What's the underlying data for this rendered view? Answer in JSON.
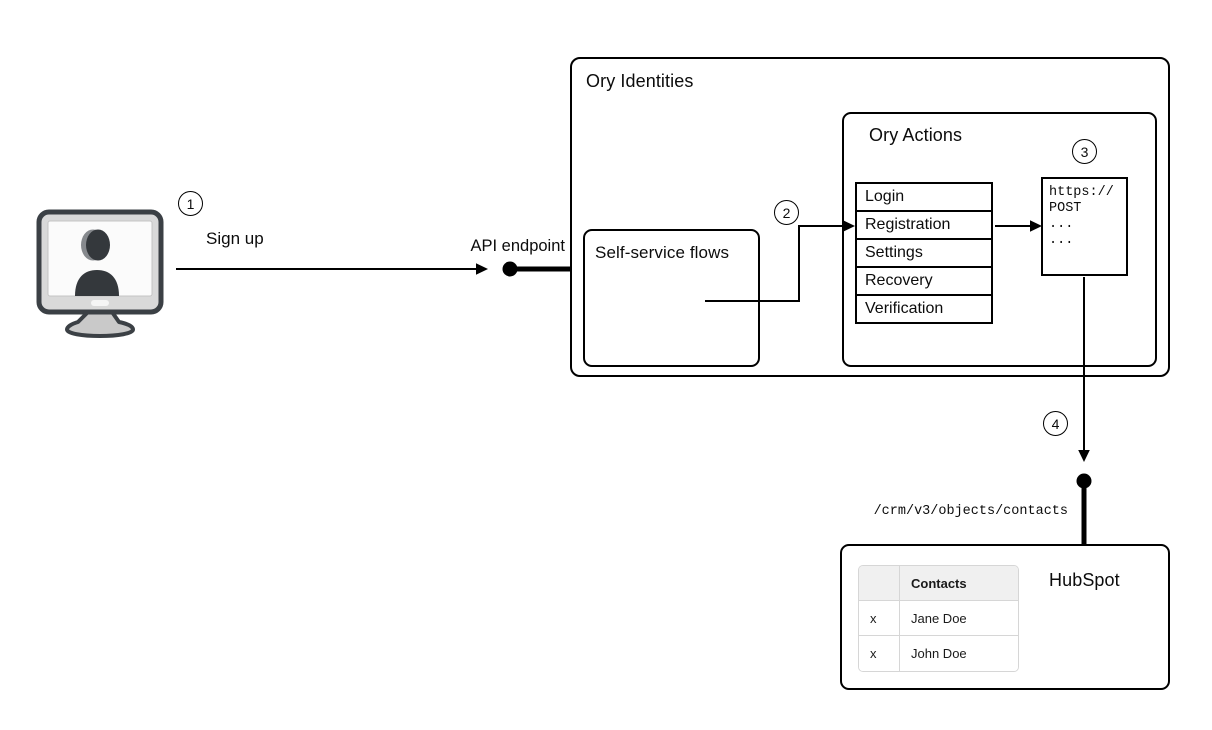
{
  "steps": [
    "1",
    "2",
    "3",
    "4"
  ],
  "labels": {
    "sign_up": "Sign up",
    "api_endpoint": "API endpoint",
    "crm_path": "/crm/v3/objects/contacts"
  },
  "ory_identities": {
    "title": "Ory Identities"
  },
  "self_service_flows": {
    "title": "Self-service flows"
  },
  "ory_actions": {
    "title": "Ory Actions",
    "flows": [
      "Login",
      "Registration",
      "Settings",
      "Recovery",
      "Verification"
    ]
  },
  "webhook_code": {
    "lines": [
      "https://",
      "POST",
      "...",
      "..."
    ]
  },
  "hubspot": {
    "title": "HubSpot",
    "table": {
      "header": [
        "",
        "Contacts"
      ],
      "rows": [
        [
          "x",
          "Jane Doe"
        ],
        [
          "x",
          "John Doe"
        ]
      ]
    }
  },
  "icons": {
    "source_device": "user-computer-monitor-icon"
  },
  "colors": {
    "line": "#000000",
    "box_border": "#000000",
    "table_border": "#d6d6d6",
    "table_header_bg": "#f0f0f0",
    "monitor_frame": "#3b4045",
    "monitor_body": "#d9d9d9",
    "silhouette": "#34383c"
  }
}
